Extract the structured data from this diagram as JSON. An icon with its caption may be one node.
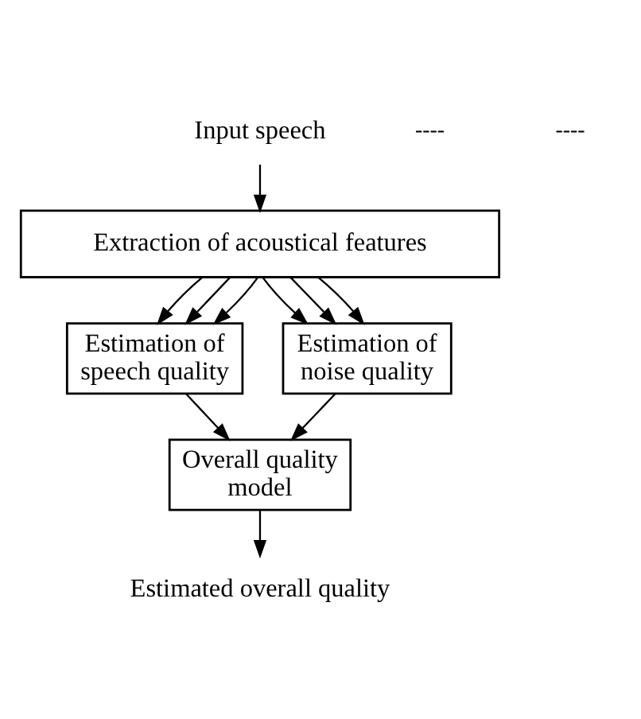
{
  "diagram": {
    "nodes": [
      {
        "text": [
          "Input speech"
        ]
      },
      {
        "text": [
          "Extraction of acoustical features"
        ]
      },
      {
        "text": [
          "Estimation of speech quality"
        ]
      },
      {
        "text": [
          "Estimation of noise quality"
        ]
      },
      {
        "text": [
          "Overall quality model"
        ]
      },
      {
        "text": [
          "Estimated overall quality"
        ]
      }
    ],
    "edges": [
      {
        "from": 0,
        "to": 1,
        "arrow": "to"
      },
      {
        "from": 1,
        "to": 2,
        "arrow": "to"
      },
      {
        "from": 1,
        "to": 2,
        "arrow": "to"
      },
      {
        "from": 1,
        "to": 2,
        "arrow": "to"
      },
      {
        "from": 1,
        "to": 3,
        "arrow": "to"
      },
      {
        "from": 1,
        "to": 3,
        "arrow": "to"
      },
      {
        "from": 1,
        "to": 3,
        "arrow": "to"
      },
      {
        "from": 2,
        "to": 4,
        "arrow": "to"
      },
      {
        "from": 3,
        "to": 4,
        "arrow": "to"
      },
      {
        "from": 4,
        "to": 5,
        "arrow": "to"
      }
    ],
    "labels": [
      "----",
      "----"
    ]
  }
}
